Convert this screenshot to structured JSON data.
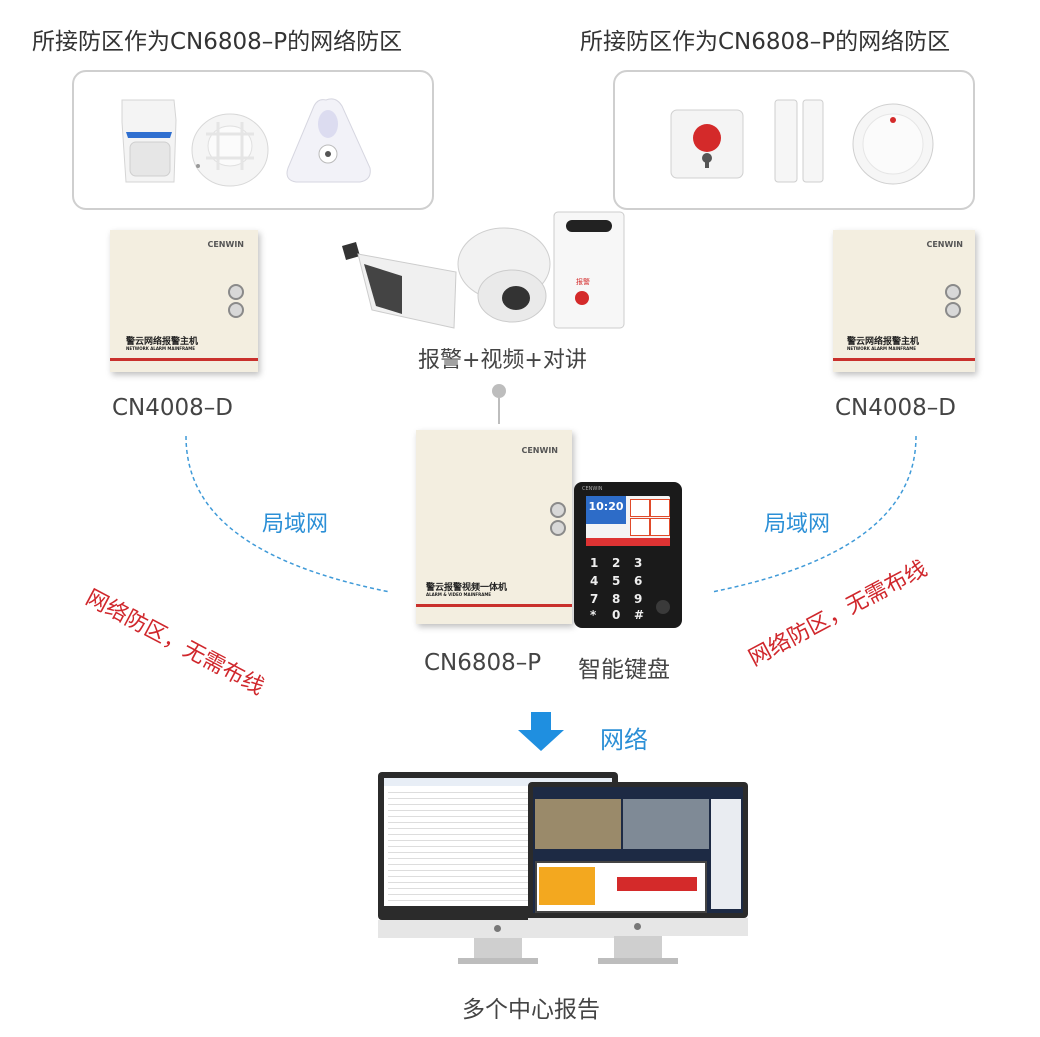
{
  "zones_left": {
    "title": "所接防区作为CN6808–P的网络防区",
    "devices": [
      "pir-detector-icon",
      "smoke-detector-icon",
      "ceiling-detector-icon"
    ]
  },
  "zones_right": {
    "title": "所接防区作为CN6808–P的网络防区",
    "devices": [
      "panic-button-icon",
      "door-contact-icon",
      "round-detector-icon"
    ]
  },
  "panel_left": {
    "brand": "CENWIN",
    "name": "警云网络报警主机",
    "sub": "NETWORK ALARM MAINFRAME",
    "model": "CN4008–D"
  },
  "panel_right": {
    "brand": "CENWIN",
    "name": "警云网络报警主机",
    "sub": "NETWORK ALARM MAINFRAME",
    "model": "CN4008–D"
  },
  "center_devices": {
    "label": "报警+视频+对讲",
    "icons": [
      "bullet-camera-icon",
      "dome-camera-icon",
      "intercom-icon"
    ],
    "intercom_badge": "报警"
  },
  "main_panel": {
    "brand": "CENWIN",
    "name": "警云报警视频一体机",
    "sub": "ALARM & VIDEO MAINFRAME",
    "model": "CN6808–P"
  },
  "keypad": {
    "label": "智能键盘",
    "brand": "CENWIN",
    "time": "10:20",
    "keys": [
      "1",
      "2",
      "3",
      "4",
      "5",
      "6",
      "7",
      "8",
      "9",
      "*",
      "0",
      "#"
    ]
  },
  "links": {
    "lan_left": "局域网",
    "lan_right": "局域网",
    "wireless_left": "网络防区，无需布线",
    "wireless_right": "网络防区，无需布线"
  },
  "network": {
    "label": "网络"
  },
  "center": {
    "label": "多个中心报告"
  },
  "colors": {
    "lan": "#2b8fd6",
    "wireless": "#d0272c",
    "arrow": "#1f8fe0"
  }
}
